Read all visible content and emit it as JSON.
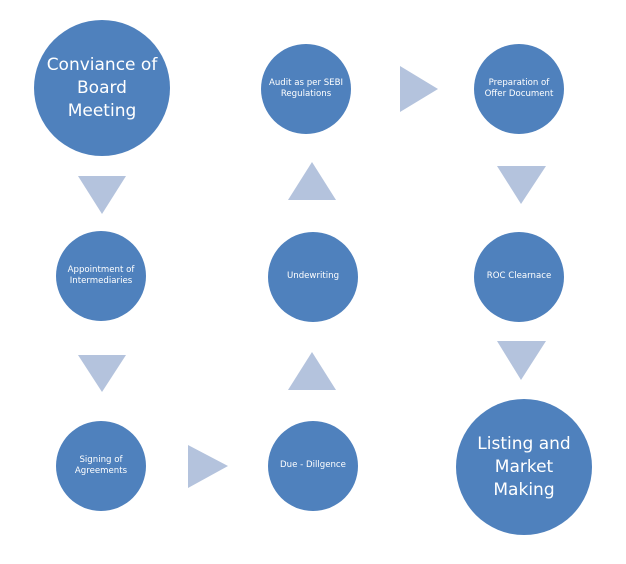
{
  "diagram": {
    "title": "",
    "colors": {
      "node_fill": "#4f81bd",
      "node_text": "#ffffff",
      "arrow_fill": "#b4c3dd",
      "background": "#ffffff"
    },
    "nodes": [
      {
        "id": "conviance-board-meeting",
        "label": "Conviance of Board Meeting",
        "size": "large"
      },
      {
        "id": "audit-sebi",
        "label": "Audit as per SEBI Regulations",
        "size": "small"
      },
      {
        "id": "preparation-offer-document",
        "label": "Preparation of Offer Document",
        "size": "small"
      },
      {
        "id": "appointment-intermediaries",
        "label": "Appointment of Intermediaries",
        "size": "small"
      },
      {
        "id": "undewriting",
        "label": "Undewriting",
        "size": "small"
      },
      {
        "id": "roc-clearance",
        "label": "ROC Clearnace",
        "size": "small"
      },
      {
        "id": "signing-agreements",
        "label": "Signing of Agreements",
        "size": "small"
      },
      {
        "id": "due-diligence",
        "label": "Due - Dillgence",
        "size": "small"
      },
      {
        "id": "listing-market-making",
        "label": "Listing and Market Making",
        "size": "large"
      }
    ],
    "edges": [
      {
        "from": "conviance-board-meeting",
        "to": "appointment-intermediaries",
        "direction": "down"
      },
      {
        "from": "appointment-intermediaries",
        "to": "signing-agreements",
        "direction": "down"
      },
      {
        "from": "signing-agreements",
        "to": "due-diligence",
        "direction": "right"
      },
      {
        "from": "due-diligence",
        "to": "undewriting",
        "direction": "up"
      },
      {
        "from": "undewriting",
        "to": "audit-sebi",
        "direction": "up"
      },
      {
        "from": "audit-sebi",
        "to": "preparation-offer-document",
        "direction": "right"
      },
      {
        "from": "preparation-offer-document",
        "to": "roc-clearance",
        "direction": "down"
      },
      {
        "from": "roc-clearance",
        "to": "listing-market-making",
        "direction": "down"
      }
    ]
  }
}
